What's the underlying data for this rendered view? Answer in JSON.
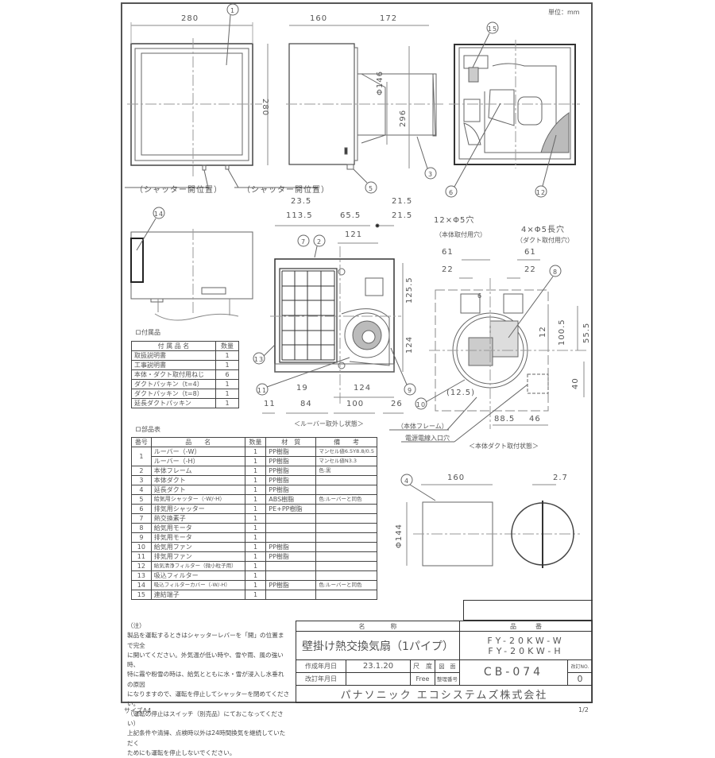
{
  "unit_label": "単位：mm",
  "size_label": "サイズA4",
  "page_label": "1/2",
  "views": {
    "front": {
      "width": "280",
      "height": "280",
      "balloon": "1",
      "shutter_open_left": "（シャッター開位置）",
      "shutter_open_right": "（シャッター開位置）"
    },
    "side": {
      "depth": "160",
      "duct_length": "172",
      "duct_dia": "Φ146",
      "overall_height": "296",
      "balloons": [
        "3",
        "5"
      ]
    },
    "rear": {
      "balloons": [
        "15",
        "6",
        "12"
      ]
    },
    "cover_view": {
      "balloon": "14"
    },
    "louver_removed": {
      "caption": "＜ルーバー取外し状態＞",
      "top_dims": [
        "23.5",
        "113.5",
        "65.5",
        "21.5",
        "21.5",
        "121"
      ],
      "side_dims": [
        "125.5",
        "124"
      ],
      "bottom_dims": [
        "19",
        "124",
        "11",
        "84",
        "100",
        "26"
      ],
      "balloons": [
        "7",
        "2",
        "13",
        "11",
        "9"
      ]
    },
    "duct_mount": {
      "caption": "＜本体ダクト取付状態＞",
      "hole_note_1": "12×Φ5穴",
      "hole_note_1_sub": "（本体取付用穴）",
      "hole_note_2": "4×Φ5長穴",
      "hole_note_2_sub": "（ダクト取付用穴）",
      "dims": [
        "61",
        "61",
        "22",
        "22",
        "6",
        "12",
        "100.5",
        "55.5",
        "40",
        "(12.5)",
        "88.5",
        "46"
      ],
      "frame_label": "（本体フレーム）",
      "cable_label": "電源電線入口穴",
      "balloons": [
        "8",
        "10"
      ]
    },
    "ext_duct": {
      "length": "160",
      "dia": "Φ144",
      "gap": "2.7",
      "balloon": "4"
    }
  },
  "accessories": {
    "title": "ロ付属品",
    "headers": [
      "付 属 品 名",
      "数量"
    ],
    "rows": [
      [
        "取扱説明書",
        "1"
      ],
      [
        "工事説明書",
        "1"
      ],
      [
        "本体・ダクト取付用ねじ",
        "6"
      ],
      [
        "ダクトパッキン（t=4）",
        "1"
      ],
      [
        "ダクトパッキン（t=8）",
        "1"
      ],
      [
        "延長ダクトパッキン",
        "1"
      ]
    ]
  },
  "parts": {
    "title": "ロ部品表",
    "headers": [
      "番号",
      "品　　名",
      "数量",
      "材　質",
      "備　　考"
    ],
    "rows": [
      [
        "1",
        "ルーバー（-W）",
        "1",
        "PP樹脂",
        "マンセル値6.5Y8.8/0.5"
      ],
      [
        "",
        "ルーバー（-H）",
        "1",
        "PP樹脂",
        "マンセル値N3.3"
      ],
      [
        "2",
        "本体フレーム",
        "1",
        "PP樹脂",
        "色:黒"
      ],
      [
        "3",
        "本体ダクト",
        "1",
        "PP樹脂",
        ""
      ],
      [
        "4",
        "延長ダクト",
        "1",
        "PP樹脂",
        ""
      ],
      [
        "5",
        "給気用シャッター（-W/-H）",
        "1",
        "ABS樹脂",
        "色:ルーバーと同色"
      ],
      [
        "6",
        "排気用シャッター",
        "1",
        "PE+PP樹脂",
        ""
      ],
      [
        "7",
        "熱交換素子",
        "1",
        "",
        ""
      ],
      [
        "8",
        "給気用モータ",
        "1",
        "",
        ""
      ],
      [
        "9",
        "排気用モータ",
        "1",
        "",
        ""
      ],
      [
        "10",
        "給気用ファン",
        "1",
        "PP樹脂",
        ""
      ],
      [
        "11",
        "排気用ファン",
        "1",
        "PP樹脂",
        ""
      ],
      [
        "12",
        "給気清浄フィルター（微小粒子用）",
        "1",
        "",
        ""
      ],
      [
        "13",
        "吸込フィルター",
        "1",
        "",
        ""
      ],
      [
        "14",
        "吸込フィルターカバー（-W/-H）",
        "1",
        "PP樹脂",
        "色:ルーバーと同色"
      ],
      [
        "15",
        "連結端子",
        "1",
        "",
        ""
      ]
    ]
  },
  "note": {
    "title": "（注）",
    "lines": [
      "製品を運転するときはシャッターレバーを「開」の位置まで完全",
      "に開いてください。外気温が低い時や、雪や雨、風の強い時、",
      "特に霧や粉雪の時は、給気とともに水・雪が浸入し水垂れの原因",
      "になりますので、運転を停止してシャッターを閉めてください。",
      "（運転の停止はスイッチ（別売品）にておこなってください）",
      "上記条件や清掃、点検時以外は24時間換気を継続していただく",
      "ためにも運転を停止しないでください。"
    ]
  },
  "title_block": {
    "name_header": "名　　　　称",
    "product_header": "品　　　番",
    "product_name": "壁掛け熱交換気扇（1パイプ）",
    "model_1": "FY-20KW-W",
    "model_2": "FY-20KW-H",
    "created_label": "作成年月日",
    "created_value": "23.1.20",
    "revised_label": "改訂年月日",
    "revised_value": "",
    "scale_label": "尺　度",
    "scale_value": "Free",
    "drawing_label": "図　面",
    "ref_label": "整理番号",
    "drawing_no": "CB-074",
    "rev_label": "改訂NO.",
    "rev_value": "0",
    "company": "パナソニック エコシステムズ株式会社"
  }
}
